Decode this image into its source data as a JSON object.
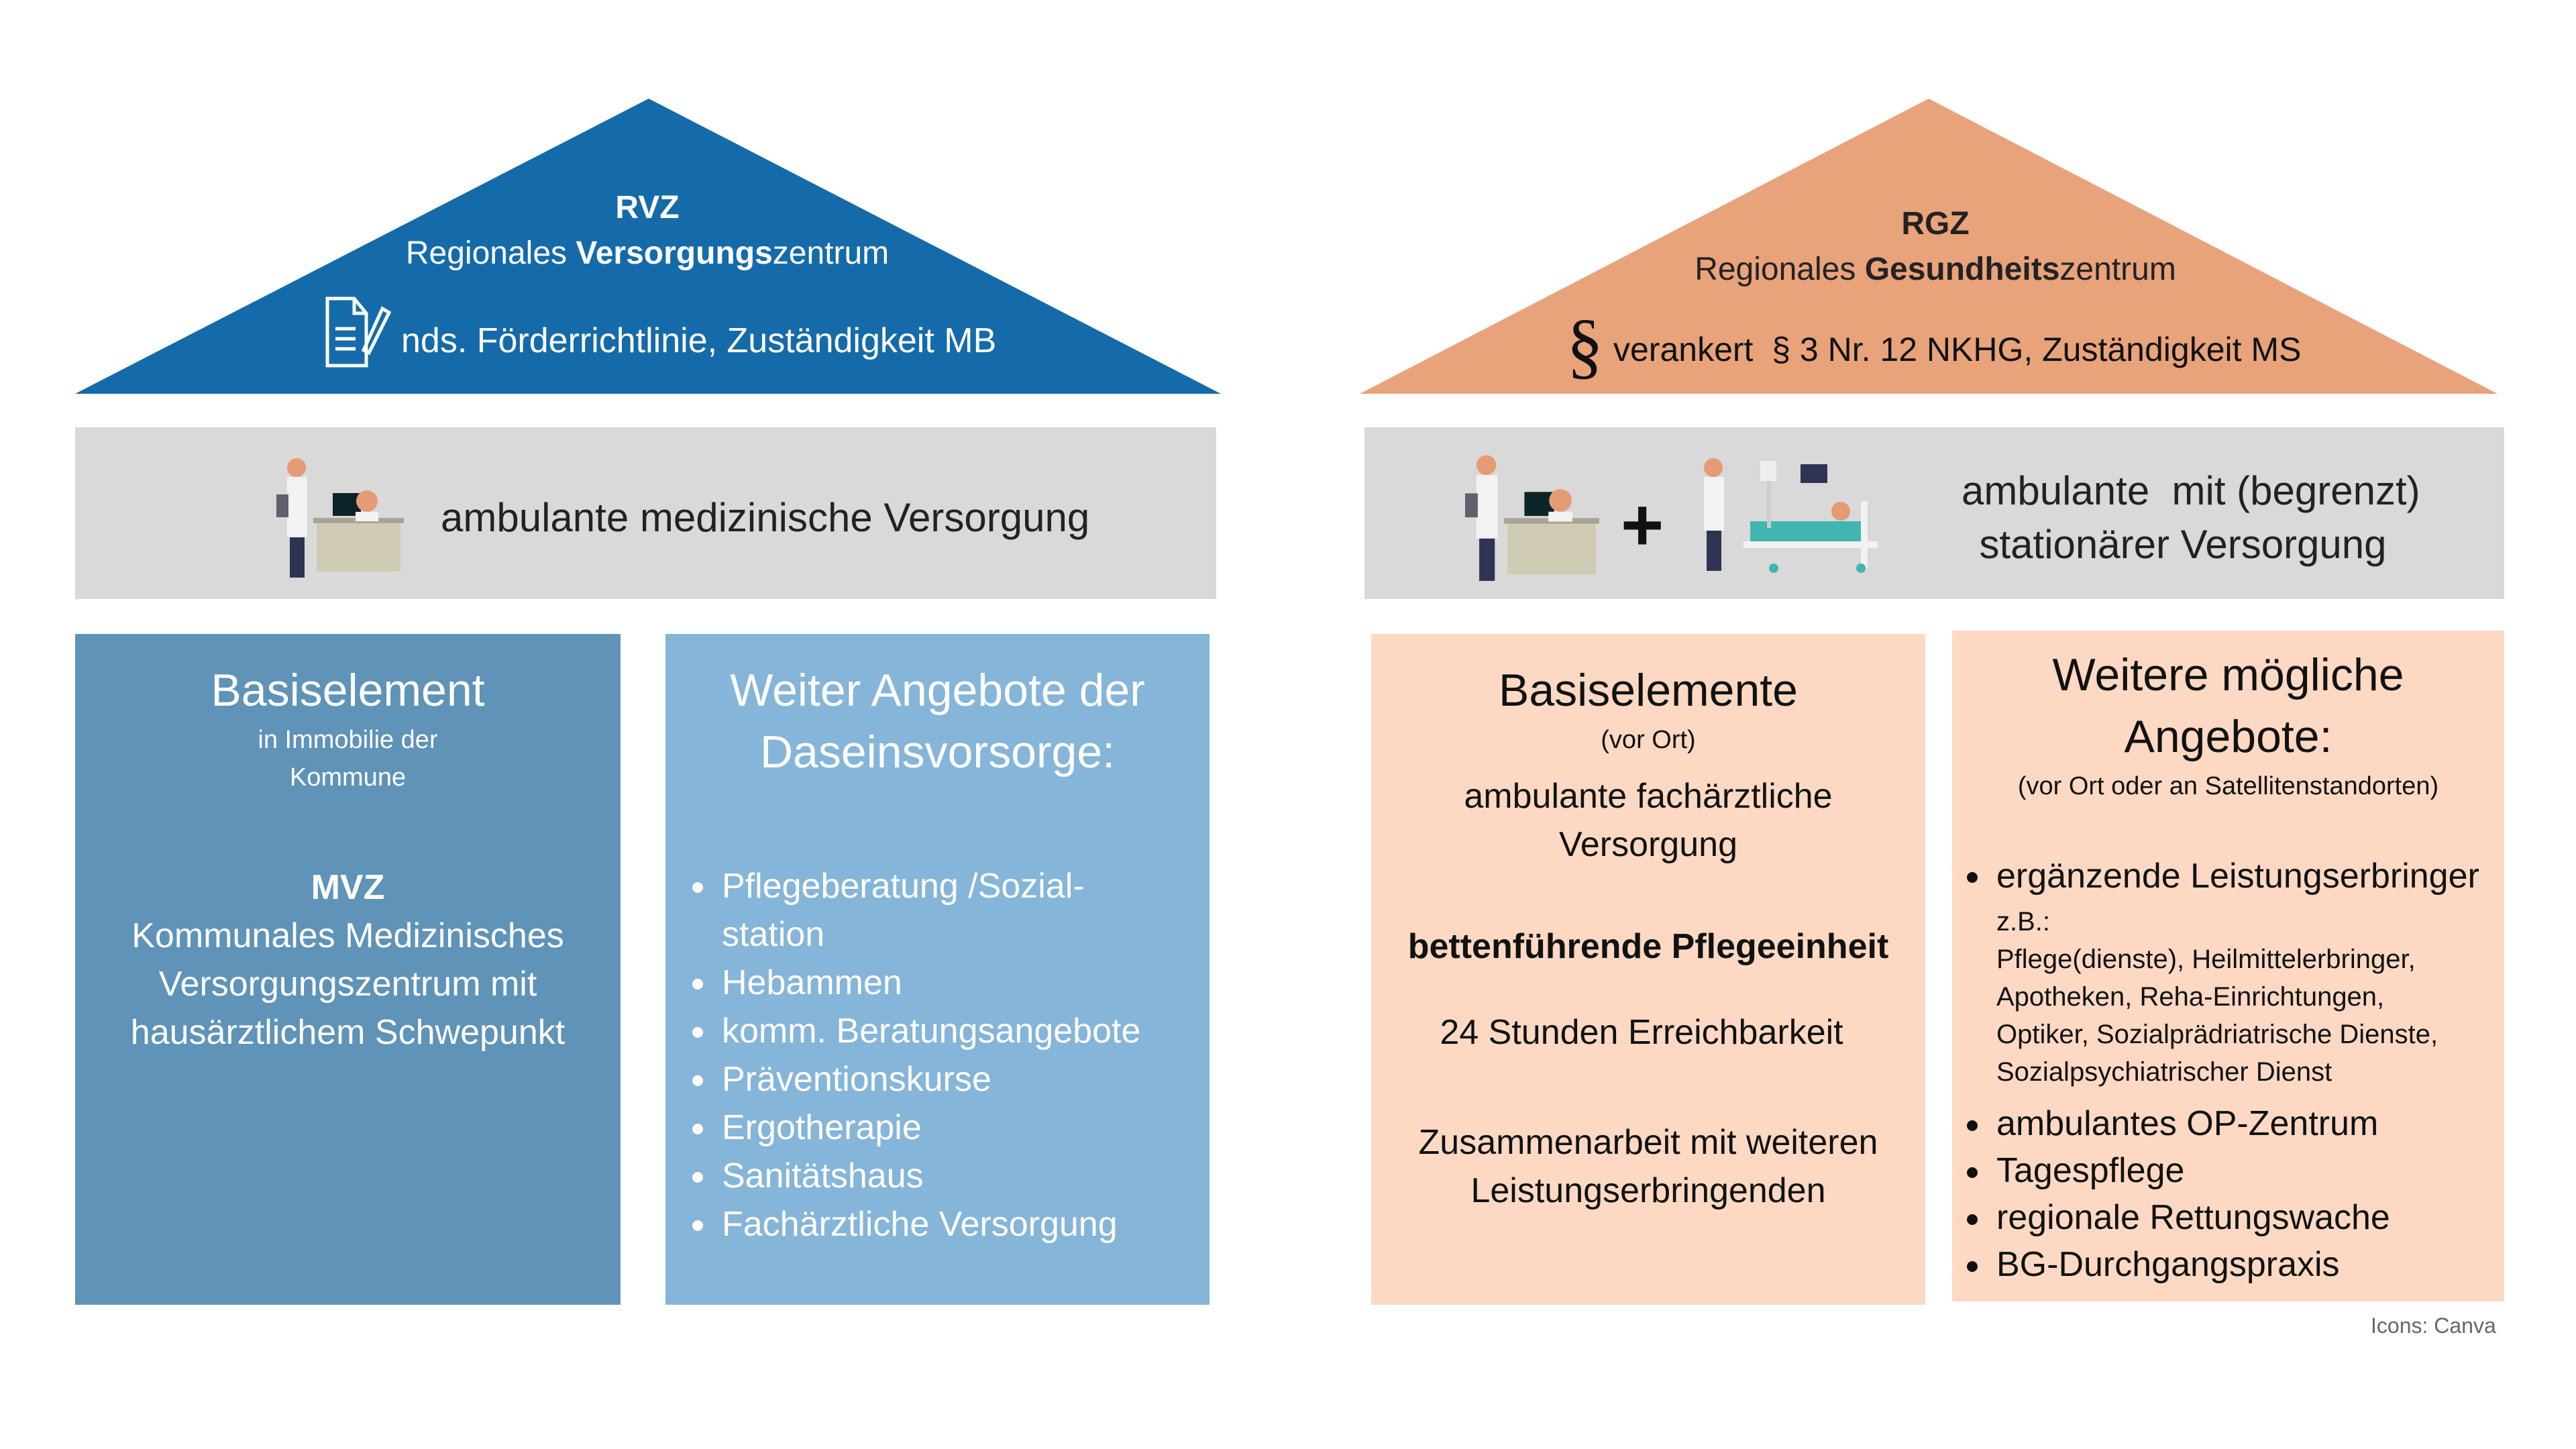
{
  "rvz": {
    "abbr": "RVZ",
    "name_pre": "Regionales ",
    "name_bold": "Versorgungs",
    "name_post": "zentrum",
    "basis": "nds. Förderrichtlinie, Zuständigkeit MB",
    "icon": "document-pen-icon",
    "color": "#156ba9"
  },
  "rgz": {
    "abbr": "RGZ",
    "name_pre": "Regionales ",
    "name_bold": "Gesundheits",
    "name_post": "zentrum",
    "paragraph_symbol": "§",
    "basis": "verankert  § 3 Nr. 12 NKHG, Zuständigkeit MS",
    "color": "#e8a37b"
  },
  "left_bar": {
    "text": "ambulante medizinische Versorgung",
    "icon": "doctors-desk-icon"
  },
  "right_bar": {
    "plus": "+",
    "line1": "ambulante  mit (begrenzt)",
    "line2": "stationärer Versorgung",
    "icons": [
      "doctors-desk-icon",
      "hospital-bed-icon"
    ]
  },
  "box1": {
    "title": "Basiselement",
    "sub1": "in Immobilie der",
    "sub2": "Kommune",
    "bold": "MVZ",
    "lines": [
      "Kommunales Medizinisches",
      "Versorgungszentrum mit",
      "hausärztlichem Schwepunkt"
    ]
  },
  "box2": {
    "title1": "Weiter Angebote der",
    "title2": "Daseinsvorsorge:",
    "items": [
      "Pflegeberatung /Sozial-station",
      "Hebammen",
      "komm. Beratungsangebote",
      "Präventionskurse",
      "Ergotherapie",
      "Sanitätshaus",
      "Fachärztliche Versorgung"
    ]
  },
  "box3": {
    "title": "Basiselemente",
    "sub": "(vor Ort)",
    "item1": "ambulante fachärztliche Versorgung",
    "item2": "bettenführende Pflegeeinheit",
    "item3": "24 Stunden Erreichbarkeit",
    "item4": "Zusammenarbeit mit weiteren Leistungserbringenden"
  },
  "box4": {
    "title1": "Weitere mögliche",
    "title2": "Angebote:",
    "sub": "(vor Ort oder an Satellitenstandorten)",
    "first": "ergänzende Leistungserbringer",
    "eg": "z.B.:",
    "eg_lines": [
      "Pflege(dienste), Heilmittelerbringer,",
      "Apotheken, Reha-Einrichtungen,",
      "Optiker, Sozialprädriatrische Dienste,",
      "Sozialpsychiatrischer Dienst"
    ],
    "items": [
      "ambulantes OP-Zentrum",
      "Tagespflege",
      "regionale Rettungswache",
      "BG-Durchgangspraxis"
    ]
  },
  "credit": "Icons: Canva"
}
